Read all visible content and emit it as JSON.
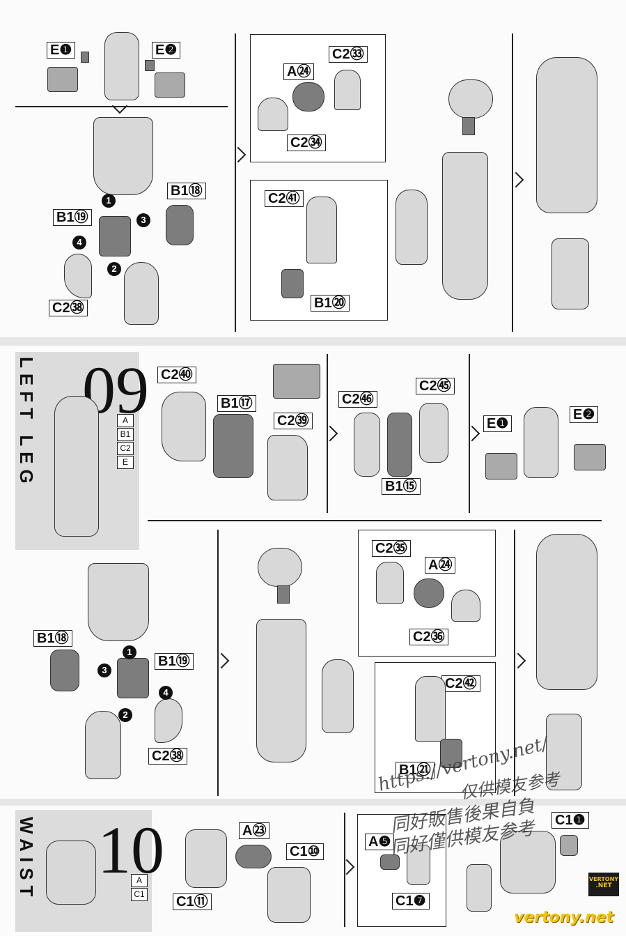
{
  "step_08": {
    "labels": {
      "e1": "E❶",
      "e2": "E❷",
      "c233": "C2㉝",
      "a24": "A㉔",
      "c234": "C2㉞",
      "b118": "B1⑱",
      "b119": "B1⑲",
      "c238": "C2㊳",
      "c241": "C2㊶",
      "b120": "B1⑳"
    },
    "order": [
      "1",
      "2",
      "3",
      "4"
    ]
  },
  "step_09": {
    "number": "09",
    "title": "LEFT LEG",
    "runners": [
      "A",
      "B1",
      "C2",
      "E"
    ],
    "labels": {
      "c240": "C2㊵",
      "b117": "B1⑰",
      "c239": "C2㊴",
      "c246": "C2㊻",
      "c245": "C2㊺",
      "b115": "B1⑮",
      "e1": "E❶",
      "e2": "E❷",
      "b118": "B1⑱",
      "b119": "B1⑲",
      "c238": "C2㊳",
      "c235": "C2㉟",
      "a24": "A㉔",
      "c236": "C2㊱",
      "c242": "C2㊷",
      "b1x": "B1㉑"
    },
    "order": [
      "1",
      "2",
      "3",
      "4"
    ]
  },
  "step_10": {
    "number": "10",
    "title": "WAIST",
    "runners": [
      "A",
      "C1"
    ],
    "labels": {
      "a23": "A㉓",
      "c110": "C1⑩",
      "c111": "C1⑪",
      "a5": "A❺",
      "c17": "C1❼",
      "c11": "C1❶"
    }
  },
  "watermark": {
    "url": "https://vertony.net/",
    "line1": "https://vertony.net/",
    "cn1": "仅供模友参考",
    "cn2": "同好僅供模友参考",
    "cn3": "同好販售後果自負",
    "site": "vertony.net",
    "logo_line1": "VERTONY",
    "logo_line2": ".NET"
  },
  "colors": {
    "ink": "#222222",
    "band": "#e6e6e6",
    "part": "#d8d8d8",
    "dark_part": "#7d7d7d",
    "logo_bg": "#1b1b1b",
    "logo_fg": "#f0c020"
  }
}
